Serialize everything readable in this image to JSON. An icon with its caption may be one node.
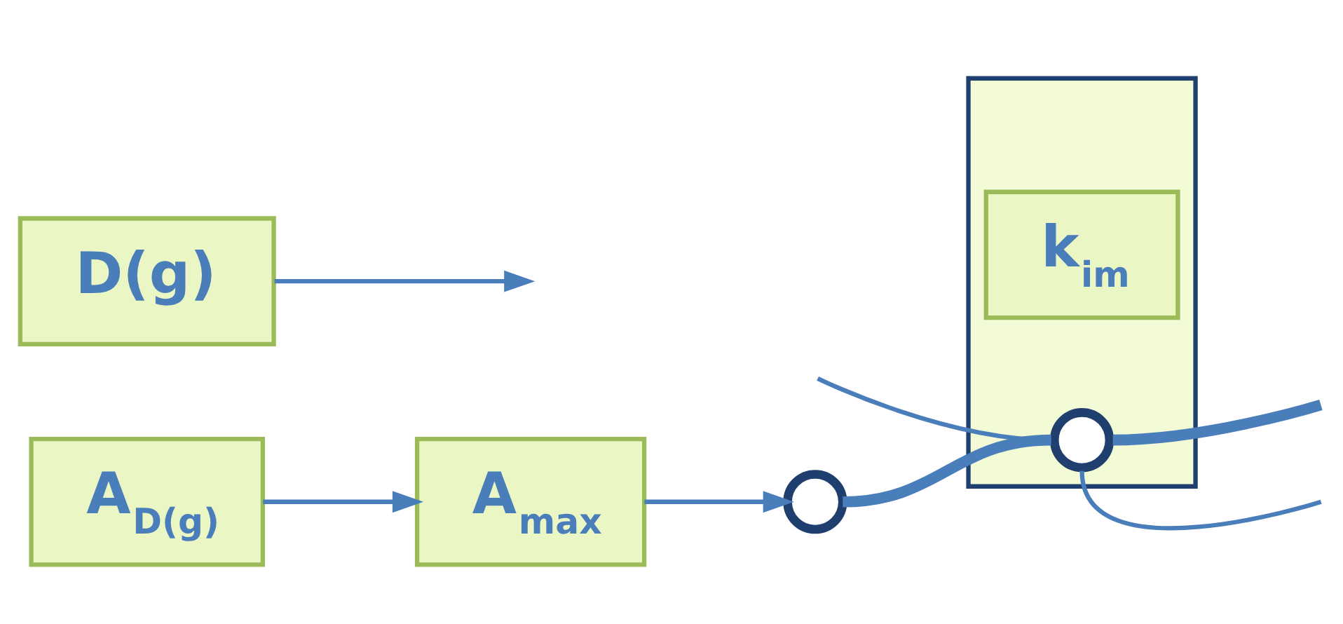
{
  "diagram": {
    "nodes": [
      {
        "text": [
          "A$_{max}$"
        ]
      },
      {
        "text": [],
        "shape": "box"
      },
      {
        "text": [],
        "shape": "circle"
      },
      {
        "text": [
          "k$_{im}$"
        ],
        "in": 1
      },
      {
        "text": [],
        "shape": "circle",
        "in": 1
      },
      {
        "text": [
          "A$_{D(g)}$"
        ]
      },
      {
        "text": [
          "D(g)"
        ]
      }
    ],
    "edges": [
      {
        "from": 0,
        "to": 2,
        "arrow": "to"
      },
      {
        "from": 5,
        "to": 0,
        "arrow": "to"
      },
      {
        "from": 2,
        "to": 4,
        "arrow": "none",
        "style": "thick"
      },
      {
        "from": 4,
        "to": null,
        "arrow": "none"
      },
      {
        "from": null,
        "to": 4,
        "arrow": "none"
      },
      {
        "from": 4,
        "to": null,
        "arrow": "none",
        "style": "thick"
      },
      {
        "from": 6,
        "to": null,
        "arrow": "to"
      }
    ]
  }
}
